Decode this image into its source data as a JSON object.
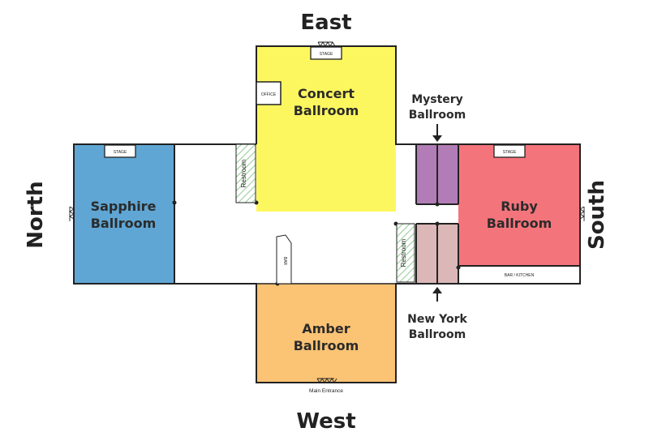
{
  "directions": {
    "east": "East",
    "west": "West",
    "north": "North",
    "south": "South"
  },
  "rooms": {
    "concert": {
      "line1": "Concert",
      "line2": "Ballroom",
      "color": "#fdf75f"
    },
    "sapphire": {
      "line1": "Sapphire",
      "line2": "Ballroom",
      "color": "#5fa6d4"
    },
    "ruby": {
      "line1": "Ruby",
      "line2": "Ballroom",
      "color": "#f4747b"
    },
    "amber": {
      "line1": "Amber",
      "line2": "Ballroom",
      "color": "#fbc374"
    },
    "mystery": {
      "line1": "Mystery",
      "line2": "Ballroom",
      "color": "#b27db7"
    },
    "new_york": {
      "line1": "New York",
      "line2": "Ballroom",
      "color": "#dbb7b8"
    }
  },
  "labels": {
    "stage": "STAGE",
    "office": "OFFICE",
    "restroom": "Restroom",
    "bar": "BAR",
    "bar_kitchen": "BAR / KITCHEN",
    "main_entrance": "Main Entrance"
  }
}
